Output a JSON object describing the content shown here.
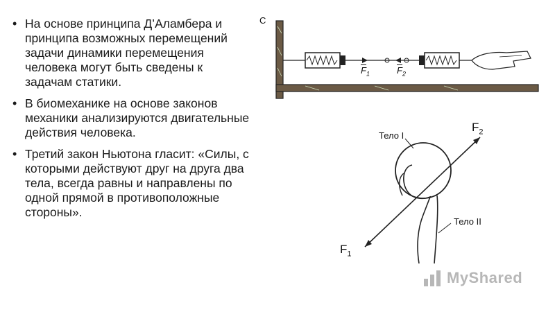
{
  "bullets": [
    "На основе принципа Д’Аламбера и принципа возможных перемещений задачи динамики перемещения человека могут быть сведены к задачам статики.",
    "В биомеханике на основе законов механики анализируются двигательные действия человека.",
    "Третий закон Ньютона гласит: «Силы, с которыми действуют друг на друга два тела, всегда равны и направлены по одной прямой в противоположные стороны»."
  ],
  "spring_figure": {
    "corner_label": "С",
    "force1": "F",
    "force1_sub": "1",
    "force2": "F",
    "force2_sub": "2"
  },
  "body_figure": {
    "body1_label": "Тело I",
    "body2_label": "Тело II",
    "force_top": "F",
    "force_top_sub": "2",
    "force_bottom": "F",
    "force_bottom_sub": "1"
  },
  "watermark": {
    "text": "MyShared",
    "icon": "bar-chart-icon"
  }
}
